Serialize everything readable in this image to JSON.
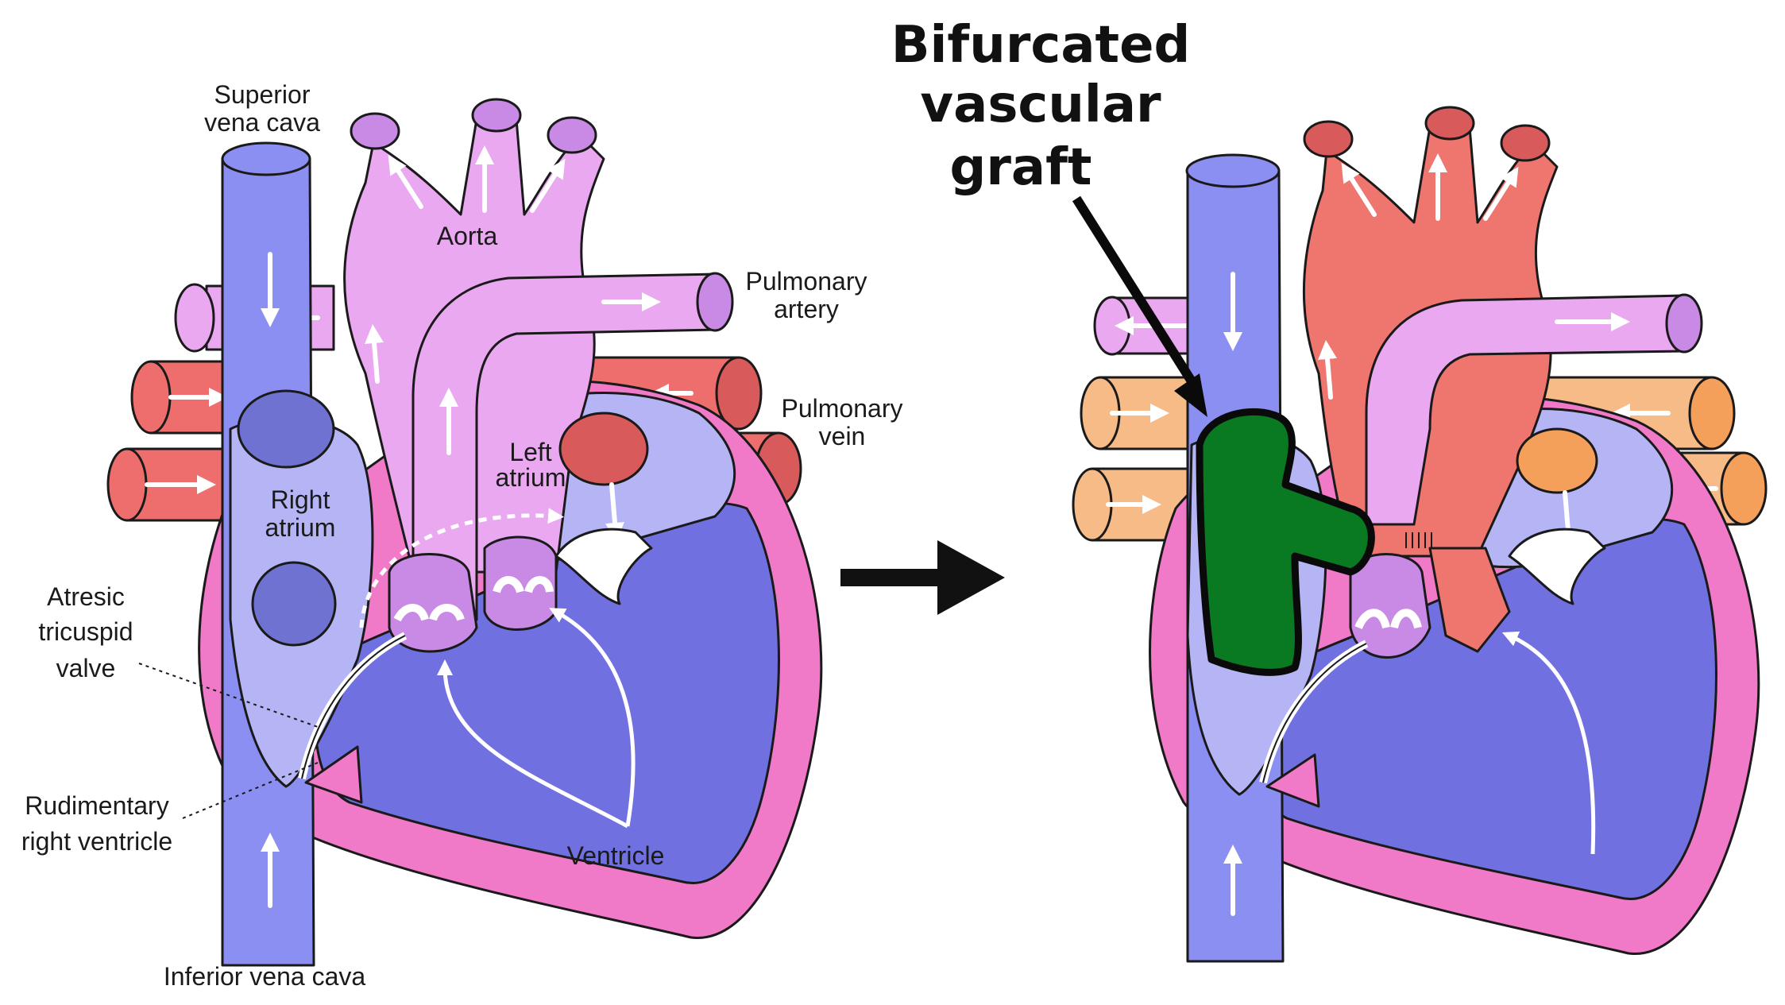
{
  "labels": {
    "superior_vena_cava": [
      "Superior",
      "vena cava"
    ],
    "aorta": "Aorta",
    "pulmonary_artery": [
      "Pulmonary",
      "artery"
    ],
    "pulmonary_vein": [
      "Pulmonary",
      "vein"
    ],
    "left_atrium": [
      "Left",
      "atrium"
    ],
    "right_atrium": [
      "Right",
      "atrium"
    ],
    "atresic_tricuspid_valve": [
      "Atresic",
      "tricuspid",
      "valve"
    ],
    "rudimentary_right_ventricle": [
      "Rudimentary",
      "right ventricle"
    ],
    "ventricle": "Ventricle",
    "inferior_vena_cava": "Inferior vena cava",
    "graft": [
      "Bifurcated",
      "vascular",
      "graft"
    ]
  },
  "colors": {
    "vena_cava": "#8c8ff2",
    "right_atrium": "#b5b5f6",
    "ventricle": "#7070e0",
    "myocardium": "#f07ac8",
    "aorta_pre": "#e9a8f0",
    "aorta_post": "#ef766f",
    "pulmonary_artery": "#e9a8f0",
    "pulmonary_vein_pre": "#ee6e6e",
    "pulmonary_vein_post": "#f7bb88",
    "graft": "#0a7a22",
    "valve": "#c88ae4"
  }
}
